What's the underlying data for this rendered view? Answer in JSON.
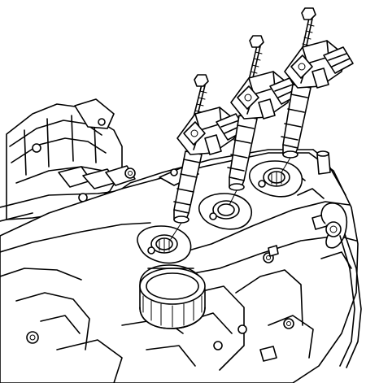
{
  "diagram": {
    "line_color": "#000000",
    "background_color": "#ffffff",
    "components": [
      "ignition-coil-1",
      "ignition-coil-2",
      "ignition-coil-3",
      "coil-bolt-1",
      "coil-bolt-2",
      "coil-bolt-3",
      "spark-plug-well-1",
      "spark-plug-well-2",
      "spark-plug-well-3",
      "spark-plug-well-4",
      "oil-filler-cap",
      "valve-cover",
      "intake-manifold",
      "dipstick-tube"
    ]
  }
}
